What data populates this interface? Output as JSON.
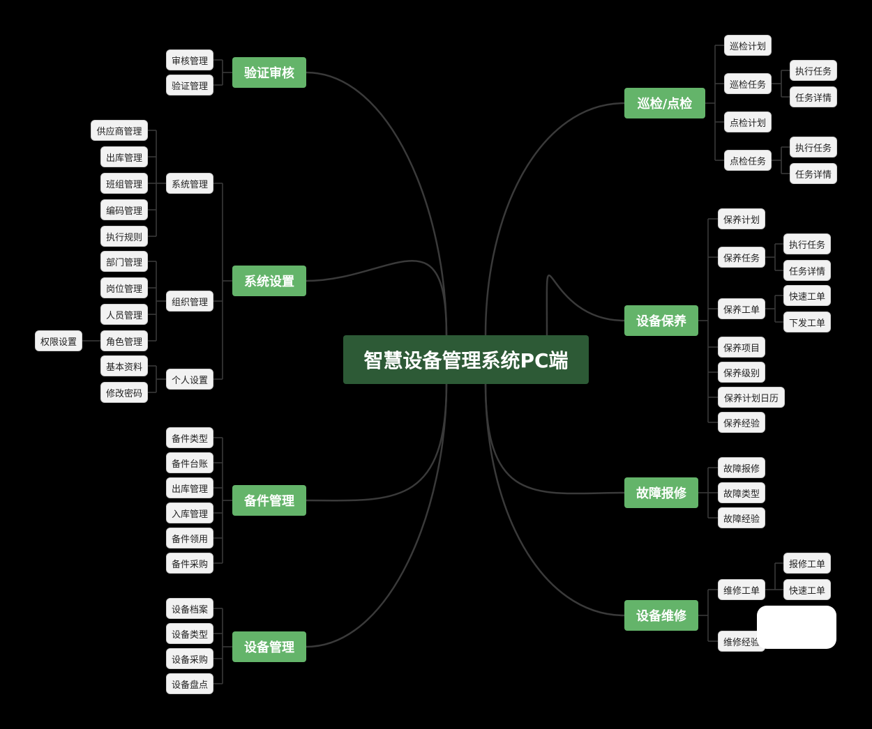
{
  "root": "智慧设备管理系统PC端",
  "branches": {
    "verify": "验证审核",
    "system": "系统设置",
    "parts": "备件管理",
    "device": "设备管理",
    "inspect": "巡检/点检",
    "maint": "设备保养",
    "fault": "故障报修",
    "repair": "设备维修"
  },
  "verify": {
    "audit": "审核管理",
    "verification": "验证管理"
  },
  "system": {
    "sys_mgmt": "系统管理",
    "org_mgmt": "组织管理",
    "personal": "个人设置",
    "supplier": "供应商管理",
    "outbound": "出库管理",
    "team": "班组管理",
    "code": "编码管理",
    "exec_rule": "执行规则",
    "dept": "部门管理",
    "post": "岗位管理",
    "staff": "人员管理",
    "role": "角色管理",
    "permission": "权限设置",
    "basic_info": "基本资料",
    "change_pwd": "修改密码"
  },
  "parts": {
    "type": "备件类型",
    "ledger": "备件台账",
    "outbound": "出库管理",
    "inbound": "入库管理",
    "use": "备件领用",
    "purchase": "备件采购"
  },
  "device": {
    "archive": "设备档案",
    "type": "设备类型",
    "purchase": "设备采购",
    "inventory": "设备盘点"
  },
  "inspect": {
    "patrol_plan": "巡检计划",
    "patrol_task": "巡检任务",
    "patrol_exec": "执行任务",
    "patrol_detail": "任务详情",
    "spot_plan": "点检计划",
    "spot_task": "点检任务",
    "spot_exec": "执行任务",
    "spot_detail": "任务详情"
  },
  "maint": {
    "plan": "保养计划",
    "task": "保养任务",
    "task_exec": "执行任务",
    "task_detail": "任务详情",
    "order": "保养工单",
    "quick_order": "快速工单",
    "issue_order": "下发工单",
    "item": "保养项目",
    "level": "保养级别",
    "calendar": "保养计划日历",
    "experience": "保养经验"
  },
  "fault": {
    "report": "故障报修",
    "type": "故障类型",
    "experience": "故障经验"
  },
  "repair": {
    "order": "维修工单",
    "report_order": "报修工单",
    "quick_order": "快速工单",
    "experience": "维修经验"
  },
  "colors": {
    "background": "#000000",
    "root_fill": "#2d5a36",
    "branch_fill": "#64b46a",
    "leaf_fill": "#f2f2f2",
    "connector": "#3a3a3a"
  }
}
